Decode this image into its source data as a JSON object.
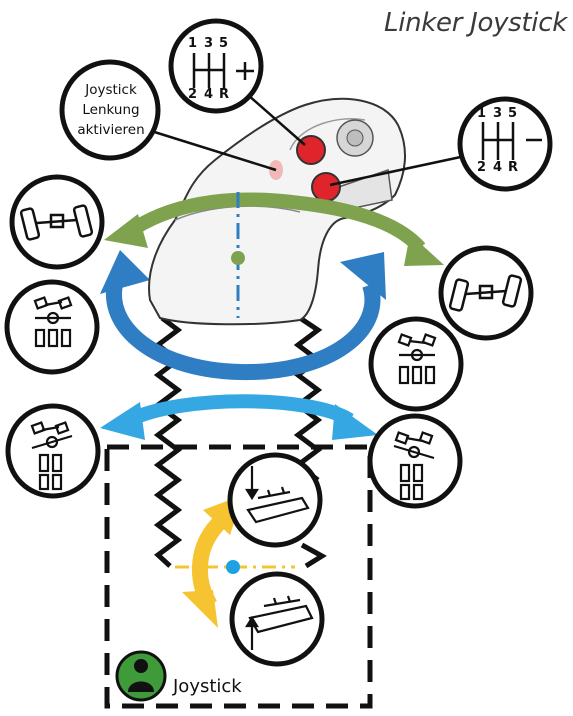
{
  "title": "Linker Joystick",
  "gear_plus": {
    "top": [
      "1",
      "3",
      "5"
    ],
    "bottom": [
      "2",
      "4",
      "R"
    ],
    "sign": "+"
  },
  "gear_minus": {
    "top": [
      "1",
      "3",
      "5"
    ],
    "bottom": [
      "2",
      "4",
      "R"
    ],
    "sign": "–"
  },
  "steering_bubble": {
    "line1": "Joystick",
    "line2": "Lenkung",
    "line3": "aktivieren"
  },
  "legend": {
    "label": "Joystick"
  },
  "colors": {
    "green_arrow": "#7ea24e",
    "blue_arrow": "#2f7ec4",
    "lightblue_arrow": "#35a8e4",
    "yellow_arrow": "#f7c431",
    "red_button": "#e0242b",
    "legend_icon": "#3f9b3a"
  },
  "icons": [
    "axle-steer-left-icon",
    "axle-steer-right-icon",
    "tractor-front-steer-icon",
    "tractor-crab-steer-icon",
    "implement-lower-icon",
    "implement-raise-icon",
    "joystick-person-icon"
  ]
}
